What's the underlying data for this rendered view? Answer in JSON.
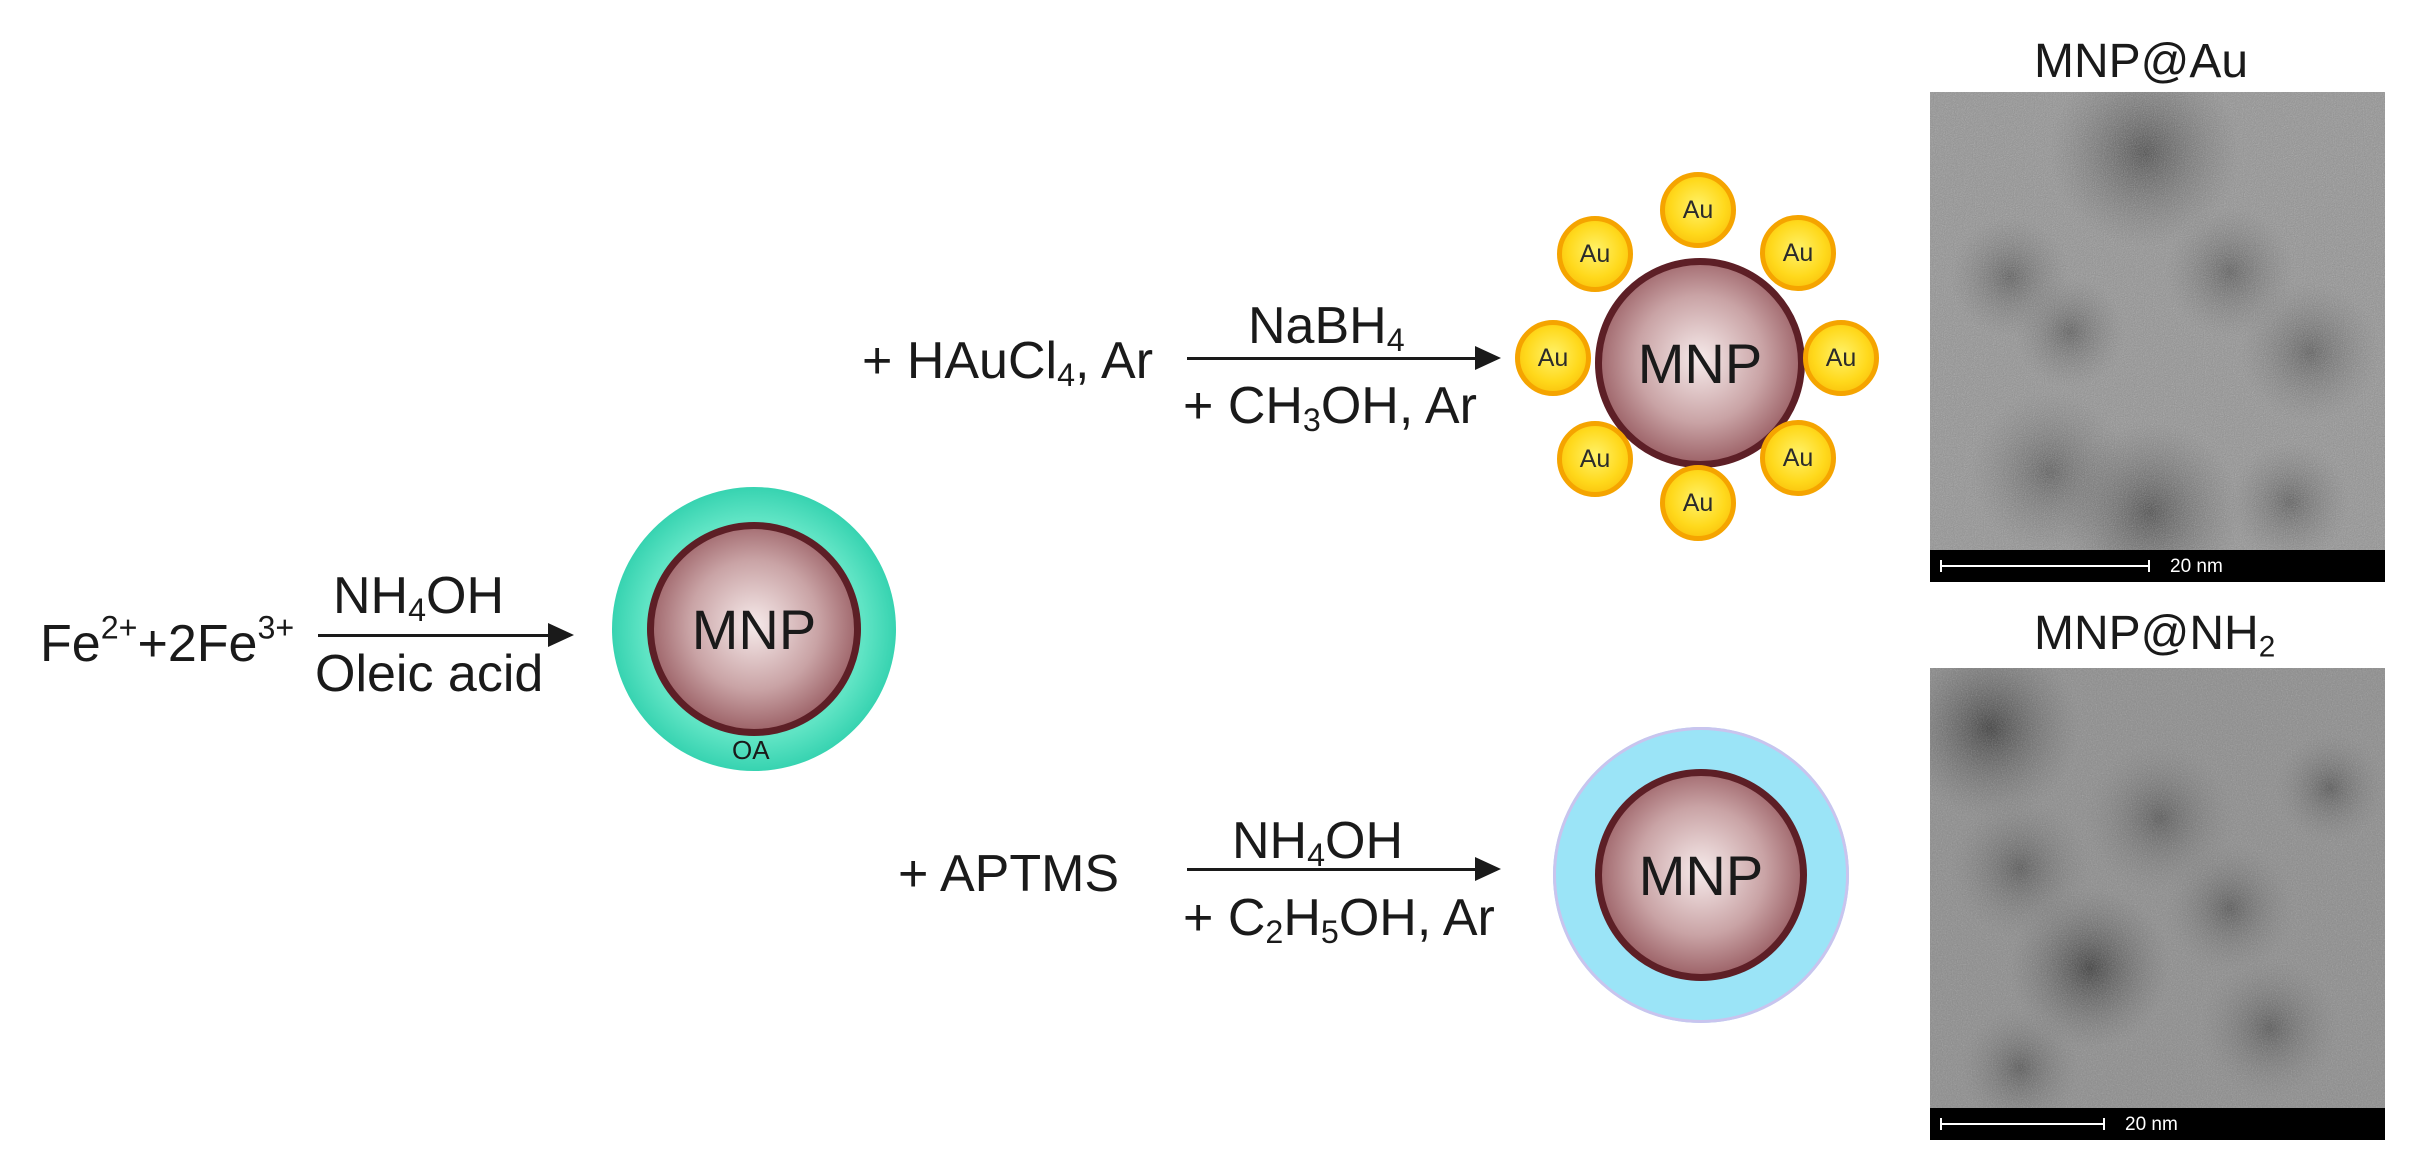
{
  "reagents": {
    "start": "Fe²⁺+2Fe³⁺",
    "step1_top": "NH₄OH",
    "step1_bottom": "Oleic acid",
    "upper_reagent": "+ HAuCl₄, Ar",
    "upper_top": "NaBH₄",
    "upper_bottom": "+ CH₃OH, Ar",
    "lower_reagent": "+ APTMS",
    "lower_top": "NH₄OH",
    "lower_bottom": "+ C₂H₅OH, Ar"
  },
  "particles": {
    "core_label": "MNP",
    "shell_label": "OA",
    "gold_label": "Au"
  },
  "micrographs": {
    "top_title": "MNP@Au",
    "bottom_title": "MNP@NH₂",
    "scale_label": "20 nm"
  },
  "colors": {
    "oa_shell": "#1fc9a5",
    "amine_shell": "#9be4f7",
    "core_edge": "#5d1f26",
    "gold": "#ffd91c"
  }
}
